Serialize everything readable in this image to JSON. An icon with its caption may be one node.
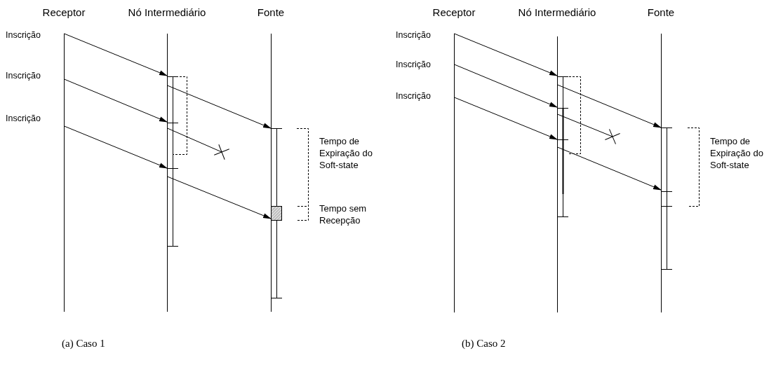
{
  "diagram": {
    "nodes": [
      {
        "text": [
          "Receptor"
        ]
      },
      {
        "text": [
          "Nó Intermediário"
        ]
      },
      {
        "text": [
          "Fonte"
        ]
      },
      {
        "text": [
          "Receptor"
        ]
      },
      {
        "text": [
          "Nó Intermediário"
        ]
      },
      {
        "text": [
          "Fonte"
        ]
      }
    ],
    "edges": [
      {
        "from": 0,
        "to": 1,
        "arrow": "to",
        "label": "Inscrição"
      },
      {
        "from": 0,
        "to": 1,
        "arrow": "to",
        "label": "Inscrição"
      },
      {
        "from": 0,
        "to": 1,
        "arrow": "to",
        "label": "Inscrição"
      },
      {
        "from": 1,
        "to": 2,
        "arrow": "to"
      },
      {
        "from": 1,
        "to": null,
        "arrow": "other"
      },
      {
        "from": 1,
        "to": 2,
        "arrow": "to"
      },
      {
        "from": 3,
        "to": 4,
        "arrow": "to",
        "label": "Inscrição"
      },
      {
        "from": 3,
        "to": 4,
        "arrow": "to",
        "label": "Inscrição"
      },
      {
        "from": 3,
        "to": 4,
        "arrow": "to",
        "label": "Inscrição"
      },
      {
        "from": 4,
        "to": 5,
        "arrow": "to"
      },
      {
        "from": 4,
        "to": null,
        "arrow": "other"
      },
      {
        "from": 4,
        "to": 5,
        "arrow": "to"
      }
    ],
    "labels": [
      "Tempo de Expiração do Soft-state",
      "Tempo sem Recepção",
      "Tempo de Expiração do Soft-state",
      "(a) Caso 1",
      "(b) Caso 2"
    ]
  }
}
